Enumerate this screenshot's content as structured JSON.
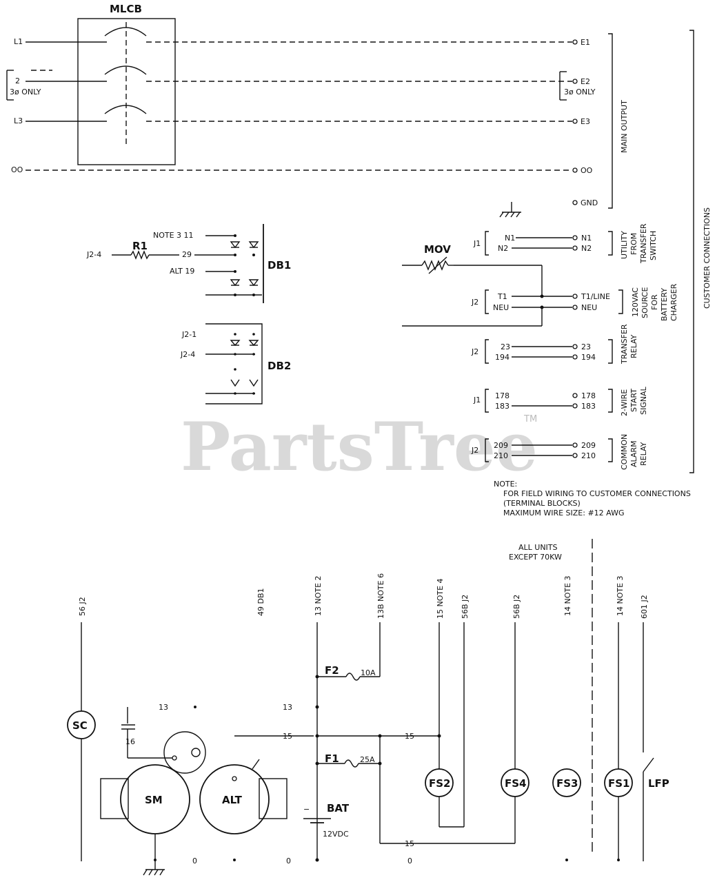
{
  "watermark": {
    "text": "PartsTree",
    "tm": "TM"
  },
  "mlcb": {
    "title": "MLCB",
    "inputs": [
      "L1",
      "2",
      "3ø ONLY",
      "L3",
      "OO"
    ],
    "outputs": [
      "E1",
      "E2",
      "3ø ONLY",
      "E3",
      "OO",
      "GND"
    ],
    "main_output_label": "MAIN OUTPUT"
  },
  "r1": {
    "label": "R1",
    "input": "J2-4"
  },
  "db1": {
    "title": "DB1",
    "inputs": [
      "NOTE 3  11",
      "29",
      "ALT  19"
    ]
  },
  "db2": {
    "title": "DB2",
    "inputs": [
      "J2-1",
      "J2-4"
    ]
  },
  "mov": {
    "label": "MOV"
  },
  "customer": {
    "title": "CUSTOMER CONNECTIONS",
    "groups": [
      {
        "conn": "J1",
        "wires": [
          "N1",
          "N2"
        ],
        "terms": [
          "N1",
          "N2"
        ],
        "desc": [
          "UTILITY",
          "FROM",
          "TRANSFER",
          "SWITCH"
        ]
      },
      {
        "conn": "J2",
        "wires": [
          "T1",
          "NEU"
        ],
        "terms": [
          "T1/LINE",
          "NEU"
        ],
        "desc": [
          "120VAC",
          "SOURCE",
          "FOR",
          "BATTERY",
          "CHARGER"
        ]
      },
      {
        "conn": "J2",
        "wires": [
          "23",
          "194"
        ],
        "terms": [
          "23",
          "194"
        ],
        "desc": [
          "TRANSFER",
          "RELAY"
        ]
      },
      {
        "conn": "J1",
        "wires": [
          "178",
          "183"
        ],
        "terms": [
          "178",
          "183"
        ],
        "desc": [
          "2-WIRE",
          "START",
          "SIGNAL"
        ]
      },
      {
        "conn": "J2",
        "wires": [
          "209",
          "210"
        ],
        "terms": [
          "209",
          "210"
        ],
        "desc": [
          "COMMON",
          "ALARM",
          "RELAY"
        ]
      }
    ]
  },
  "note": {
    "lines": [
      "NOTE:",
      "FOR FIELD WIRING TO CUSTOMER CONNECTIONS",
      "(TERMINAL BLOCKS)",
      "MAXIMUM WIRE SIZE: #12 AWG"
    ]
  },
  "all_units": [
    "ALL UNITS",
    "EXCEPT 70KW"
  ],
  "columns": [
    "56 J2",
    "49 DB1",
    "13 NOTE 2",
    "13B NOTE 6",
    "15 NOTE 4",
    "56B J2",
    "56B J2",
    "14 NOTE 3",
    "14 NOTE 3",
    "601 J2"
  ],
  "components": {
    "sc": "SC",
    "sm": "SM",
    "alt": "ALT",
    "bat": "BAT",
    "volt": "12VDC",
    "f1": "F1",
    "f1_rating": "25A",
    "f2": "F2",
    "f2_rating": "10A",
    "fs2": "FS2",
    "fs4": "FS4",
    "fs3": "FS3",
    "fs1": "FS1",
    "lfp": "LFP"
  },
  "wire_labels": {
    "w13": "13",
    "w13b": "13",
    "w15": "15",
    "w15b": "15",
    "w15c": "15",
    "w15d": "15",
    "w16": "16",
    "w0": "0"
  }
}
